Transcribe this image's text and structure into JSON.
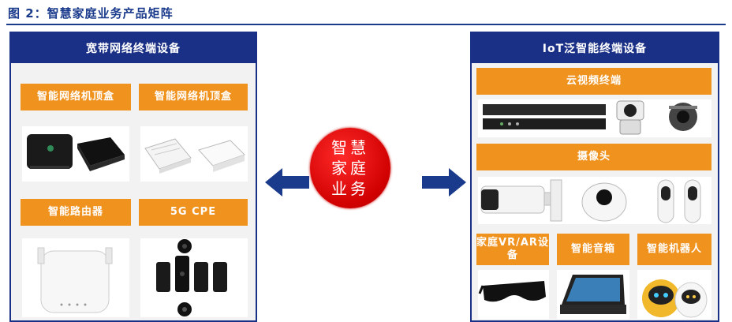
{
  "figure_title": "图 2：智慧家庭业务产品矩阵",
  "center": {
    "lines": [
      "智慧",
      "家庭",
      "业务"
    ]
  },
  "left_panel": {
    "title": "宽带网络终端设备",
    "items": [
      "智能网络机顶盒",
      "智能网络机顶盒",
      "智能路由器",
      "5G CPE"
    ]
  },
  "right_panel": {
    "title": "IoT泛智能终端设备",
    "items": [
      "云视频终端",
      "摄像头",
      "家庭VR/AR设备",
      "智能音箱",
      "智能机器人"
    ]
  },
  "colors": {
    "navy": "#1a2f86",
    "orange": "#f0921e",
    "red": "#d00000"
  }
}
